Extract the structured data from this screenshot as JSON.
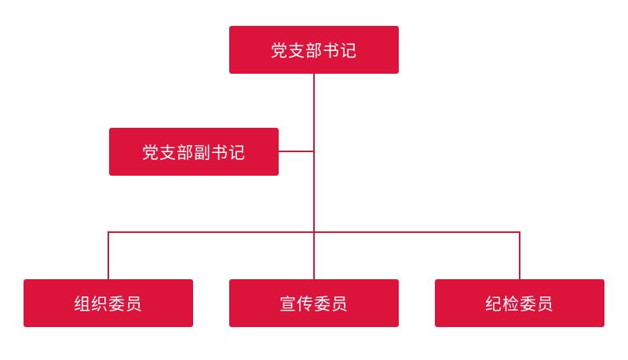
{
  "diagram": {
    "type": "org-chart",
    "nodes": {
      "secretary": "党支部书记",
      "deputy_secretary": "党支部副书记",
      "organization_member": "组织委员",
      "propaganda_member": "宣传委员",
      "discipline_member": "纪检委员"
    },
    "edges": [
      [
        "secretary",
        "deputy_secretary"
      ],
      [
        "secretary",
        "organization_member"
      ],
      [
        "secretary",
        "propaganda_member"
      ],
      [
        "secretary",
        "discipline_member"
      ]
    ]
  },
  "colors": {
    "box_fill": "#dc143c",
    "box_text": "#ffffff",
    "connector": "#dc143c",
    "background": "#ffffff"
  }
}
